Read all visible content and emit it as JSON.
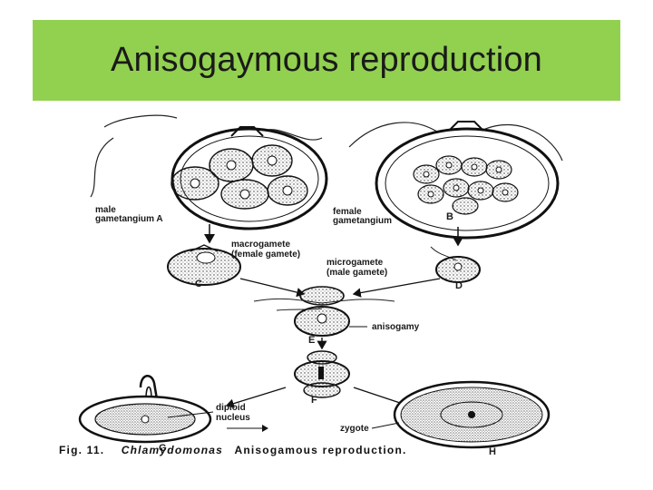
{
  "slide": {
    "title": "Anisogaymous reproduction"
  },
  "figure": {
    "labels": {
      "male_gametangium": [
        "male",
        "gametangium A"
      ],
      "female_gametangium": [
        "female",
        "gametangium"
      ],
      "letter_a": "A",
      "letter_b": "B",
      "letter_c": "C",
      "letter_d": "D",
      "letter_e": "E",
      "letter_f": "F",
      "letter_g": "G",
      "letter_h": "H",
      "macrogamete": [
        "macrogamete",
        "(female gamete)"
      ],
      "microgamete": [
        "microgamete",
        "(male gamete)"
      ],
      "anisogamy": "anisogamy",
      "diploid_nucleus": [
        "diploid",
        "nucleus"
      ],
      "zygote": "zygote"
    },
    "caption": {
      "fig_no": "Fig. 11.",
      "genus": "Chlamydomonas",
      "rest": "Anisogamous reproduction."
    }
  },
  "colors": {
    "title_bar": "#92d050",
    "ink": "#1a1a1a"
  }
}
